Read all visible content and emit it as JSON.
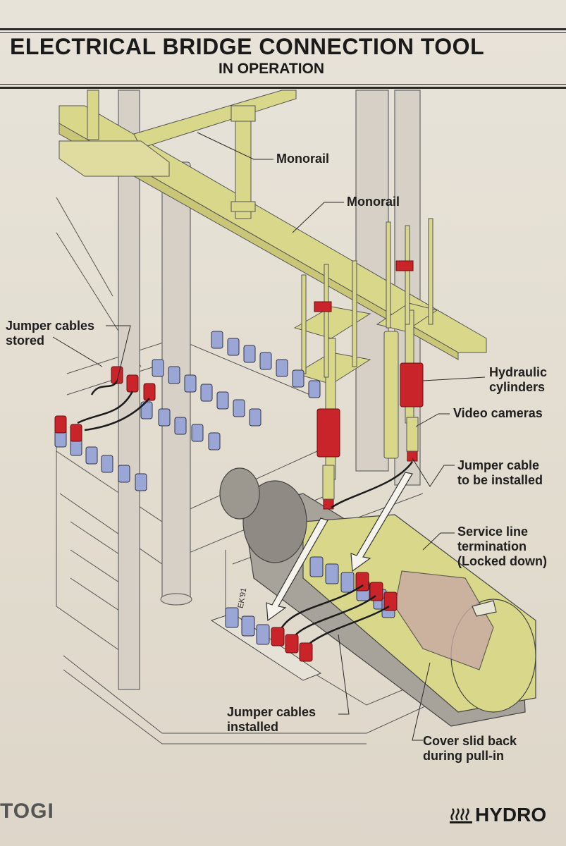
{
  "header": {
    "title": "ELECTRICAL BRIDGE CONNECTION TOOL",
    "subtitle": "IN OPERATION"
  },
  "labels": {
    "monorail_upper": "Monorail",
    "monorail_lower": "Monorail",
    "jumper_stored_1": "Jumper cables",
    "jumper_stored_2": "stored",
    "hydraulic_1": "Hydraulic",
    "hydraulic_2": "cylinders",
    "video_cameras": "Video cameras",
    "jumper_install_1": "Jumper cable",
    "jumper_install_2": "to be installed",
    "service_1": "Service line",
    "service_2": "termination",
    "service_3": "(Locked down)",
    "jumper_installed_1": "Jumper cables",
    "jumper_installed_2": "installed",
    "cover_1": "Cover slid back",
    "cover_2": "during pull-in",
    "drawing_mark": "EK'91"
  },
  "footer": {
    "left_brand": "TOGI",
    "right_brand": "HYDRO"
  },
  "colors": {
    "steel_yellow": "#d9d88a",
    "cylinder_red": "#c8242a",
    "connector_blue": "#9aa6d6",
    "line": "#3a3a3a"
  }
}
